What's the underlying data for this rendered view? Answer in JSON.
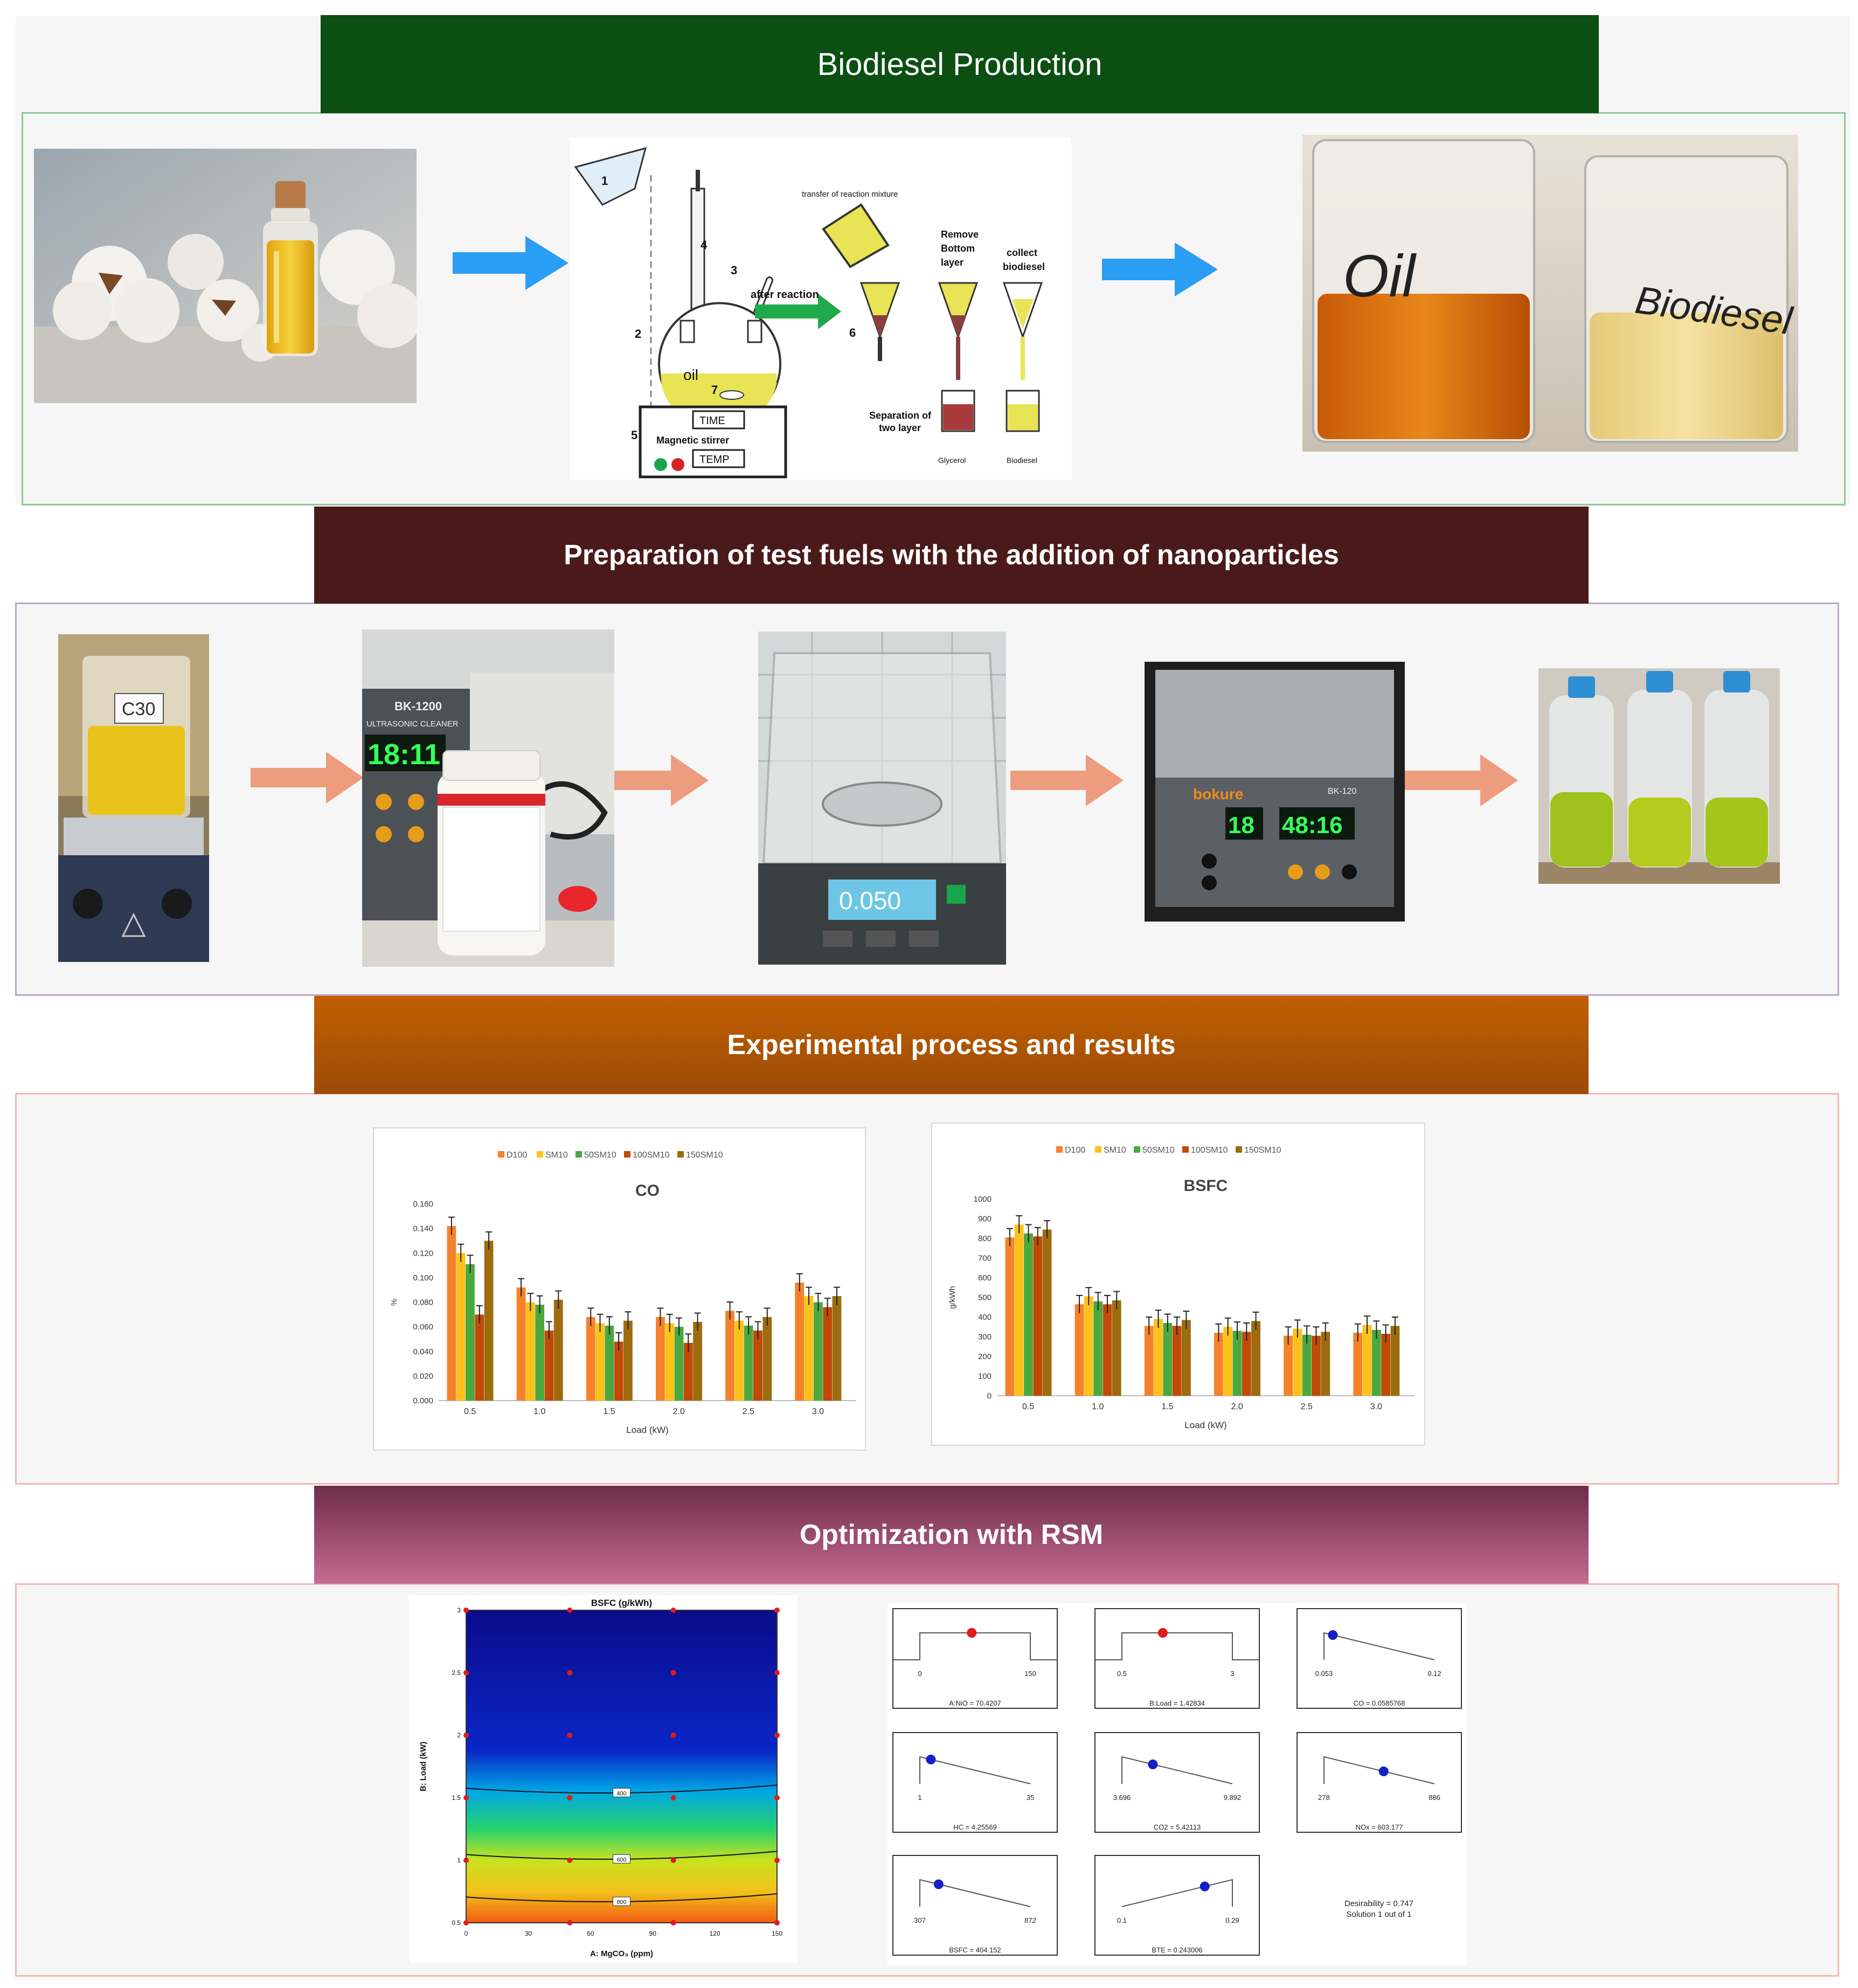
{
  "sections": {
    "s1": {
      "title": "Biodiesel Production",
      "color": "#0b4f12",
      "border": "#8fc79a"
    },
    "s2": {
      "title": "Preparation of test fuels with the addition of nanoparticles",
      "color": "#4a1a1a",
      "border": "#b9a6cc"
    },
    "s3": {
      "title": "Experimental process and results",
      "color": "#b35a05",
      "border": "#f2b8b8"
    },
    "s4": {
      "title": "Optimization with RSM",
      "color": "#a94a6e",
      "border": "#f2b8b8"
    }
  },
  "arrow_colors": {
    "blue": "#2a9df4",
    "salmon": "#ee9c7e"
  },
  "reactor_diagram": {
    "labels": {
      "n1": "1",
      "n2": "2",
      "n3": "3",
      "n4": "4",
      "n5": "5",
      "n6": "6",
      "n7": "7",
      "transfer": "transfer of reaction mixture",
      "after_reaction": "after reaction",
      "remove_bottom": [
        "Remove",
        "Bottom",
        "layer"
      ],
      "collect": [
        "collect",
        "biodiesel"
      ],
      "oil": "oil",
      "time": "TIME",
      "temp": "TEMP",
      "stirrer": "Magnetic stirrer",
      "separation": [
        "Separation of",
        "two layer"
      ],
      "glycerol": "Glycerol",
      "biodiesel": "Biodiesel"
    }
  },
  "beaker_labels": {
    "oil": "Oil",
    "biodiesel": "Biodiesel"
  },
  "photo_labels": {
    "beaker_c30": "C30",
    "ultrasonic_model": "BK-1200",
    "ultrasonic_name": "ULTRASONIC CLEANER",
    "ultrasonic_time": "18:11",
    "scale_readout": "0.050",
    "bath_brand": "bokure",
    "bath_model": "BK-120",
    "bath_left": "18",
    "bath_right": "48:16"
  },
  "legend_colors": [
    "#f5822a",
    "#fcc21a",
    "#4ba83f",
    "#c14a07",
    "#9c6c0e"
  ],
  "chart_data": [
    {
      "type": "bar",
      "title": "CO",
      "xlabel": "Load (kW)",
      "ylabel": "%",
      "categories": [
        "0.5",
        "1.0",
        "1.5",
        "2.0",
        "2.5",
        "3.0"
      ],
      "ylim": [
        0,
        0.16
      ],
      "yticks": [
        "0.000",
        "0.020",
        "0.040",
        "0.060",
        "0.080",
        "0.100",
        "0.120",
        "0.140",
        "0.160"
      ],
      "error_bars": true,
      "series": [
        {
          "name": "D100",
          "values": [
            0.142,
            0.092,
            0.068,
            0.068,
            0.073,
            0.096
          ]
        },
        {
          "name": "SM10",
          "values": [
            0.12,
            0.08,
            0.063,
            0.063,
            0.065,
            0.085
          ]
        },
        {
          "name": "50SM10",
          "values": [
            0.111,
            0.078,
            0.061,
            0.06,
            0.061,
            0.08
          ]
        },
        {
          "name": "100SM10",
          "values": [
            0.07,
            0.057,
            0.048,
            0.047,
            0.057,
            0.076
          ]
        },
        {
          "name": "150SM10",
          "values": [
            0.13,
            0.082,
            0.065,
            0.064,
            0.068,
            0.085
          ]
        }
      ]
    },
    {
      "type": "bar",
      "title": "BSFC",
      "xlabel": "Load (kW)",
      "ylabel": "g/kWh",
      "categories": [
        "0.5",
        "1.0",
        "1.5",
        "2.0",
        "2.5",
        "3.0"
      ],
      "ylim": [
        0,
        1000
      ],
      "yticks": [
        "0",
        "100",
        "200",
        "300",
        "400",
        "500",
        "600",
        "700",
        "800",
        "900",
        "1000"
      ],
      "error_bars": true,
      "series": [
        {
          "name": "D100",
          "values": [
            805,
            465,
            355,
            320,
            305,
            320
          ]
        },
        {
          "name": "SM10",
          "values": [
            870,
            505,
            390,
            350,
            340,
            360
          ]
        },
        {
          "name": "50SM10",
          "values": [
            825,
            480,
            370,
            330,
            310,
            335
          ]
        },
        {
          "name": "100SM10",
          "values": [
            810,
            465,
            355,
            325,
            305,
            315
          ]
        },
        {
          "name": "150SM10",
          "values": [
            845,
            485,
            385,
            380,
            325,
            355
          ]
        }
      ]
    }
  ],
  "contour": {
    "title": "BSFC (g/kWh)",
    "xlabel": "A: MgCO₃ (ppm)",
    "ylabel": "B: Load (kW)",
    "xticks": [
      "0",
      "30",
      "60",
      "90",
      "120",
      "150"
    ],
    "yticks": [
      "0.5",
      "1",
      "1.5",
      "2",
      "2.5",
      "3"
    ],
    "contour_labels": [
      "400",
      "600",
      "800"
    ],
    "design_points_x": [
      0,
      50,
      100,
      150
    ],
    "design_points_y": [
      0.5,
      1,
      1.5,
      2,
      2.5,
      3
    ]
  },
  "ramps": [
    {
      "caption": "A:NiO = 70.4207",
      "min": "0",
      "max": "150",
      "type": "range",
      "value": 0.47,
      "dot": "#e01b1b"
    },
    {
      "caption": "B:Load = 1.42834",
      "min": "0.5",
      "max": "3",
      "type": "range",
      "value": 0.37,
      "dot": "#e01b1b"
    },
    {
      "caption": "CO = 0.0585768",
      "min": "0.053",
      "max": "0.12",
      "type": "min",
      "value": 0.08,
      "dot": "#1420c8"
    },
    {
      "caption": "HC = 4.25569",
      "min": "1",
      "max": "35",
      "type": "min",
      "value": 0.1,
      "dot": "#1420c8"
    },
    {
      "caption": "CO2 = 5.42113",
      "min": "3.696",
      "max": "9.892",
      "type": "min",
      "value": 0.28,
      "dot": "#1420c8"
    },
    {
      "caption": "NOx = 603.177",
      "min": "278",
      "max": "886",
      "type": "min",
      "value": 0.54,
      "dot": "#1420c8"
    },
    {
      "caption": "BSFC = 404.152",
      "min": "307",
      "max": "872",
      "type": "min",
      "value": 0.17,
      "dot": "#1420c8"
    },
    {
      "caption": "BTE = 0.243006",
      "min": "0.1",
      "max": "0.29",
      "type": "max",
      "value": 0.75,
      "dot": "#1420c8"
    }
  ],
  "desirability": {
    "line1": "Desirability = 0.747",
    "line2": "Solution 1 out of 1"
  }
}
